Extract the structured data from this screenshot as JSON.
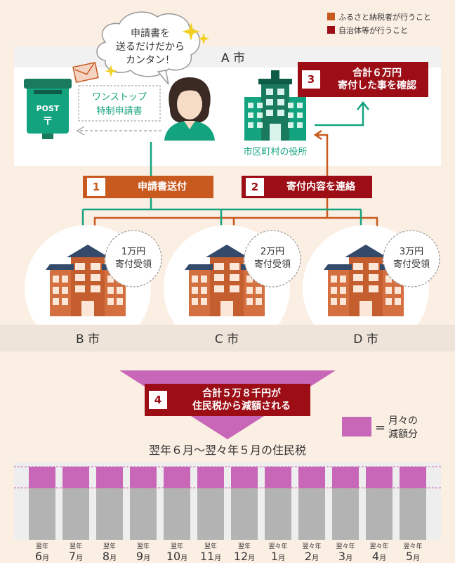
{
  "legend": {
    "items": [
      {
        "label": "ふるさと納税者が行うこと",
        "color": "#c8591f"
      },
      {
        "label": "自治体等が行うこと",
        "color": "#9c0d16"
      }
    ]
  },
  "city_a": {
    "label": "A 市",
    "speech_line1": "申請書を",
    "speech_line2": "送るだけだから",
    "speech_line3": "カンタン！",
    "post_label": "POST",
    "post_mark": "〒",
    "form_line1": "ワンストップ",
    "form_line2": "特制申請書",
    "office_label": "市区町村の役所"
  },
  "steps": {
    "s1": {
      "num": "1",
      "label": "申請書送付"
    },
    "s2": {
      "num": "2",
      "label": "寄付内容を連絡"
    },
    "s3": {
      "num": "3",
      "line1": "合計６万円",
      "line2": "寄付した事を確認"
    },
    "s4": {
      "num": "4",
      "line1": "合計５万８千円が",
      "line2": "住民税から減額される"
    }
  },
  "cities": [
    {
      "name": "B 市",
      "bubble_line1": "1万円",
      "bubble_line2": "寄付受領"
    },
    {
      "name": "C 市",
      "bubble_line1": "2万円",
      "bubble_line2": "寄付受領"
    },
    {
      "name": "D 市",
      "bubble_line1": "3万円",
      "bubble_line2": "寄付受領"
    }
  ],
  "monthly_legend": {
    "equals": "=",
    "line1": "月々の",
    "line2": "減額分",
    "color": "#c867b7"
  },
  "tax_title": "翌年６月〜翌々年５月の住民税",
  "months": [
    {
      "year": "翌年",
      "month": "6",
      "unit": "月"
    },
    {
      "year": "翌年",
      "month": "7",
      "unit": "月"
    },
    {
      "year": "翌年",
      "month": "8",
      "unit": "月"
    },
    {
      "year": "翌年",
      "month": "9",
      "unit": "月"
    },
    {
      "year": "翌年",
      "month": "10",
      "unit": "月"
    },
    {
      "year": "翌年",
      "month": "11",
      "unit": "月"
    },
    {
      "year": "翌年",
      "month": "12",
      "unit": "月"
    },
    {
      "year": "翌々年",
      "month": "1",
      "unit": "月"
    },
    {
      "year": "翌々年",
      "month": "2",
      "unit": "月"
    },
    {
      "year": "翌々年",
      "month": "3",
      "unit": "月"
    },
    {
      "year": "翌々年",
      "month": "4",
      "unit": "月"
    },
    {
      "year": "翌々年",
      "month": "5",
      "unit": "月"
    }
  ],
  "colors": {
    "background": "#fbeee3",
    "panel": "#ffffff",
    "orange": "#c8591f",
    "red": "#9c0d16",
    "green": "#14a37f",
    "dark_green": "#1a7a5e",
    "building_orange": "#d4703f",
    "pink": "#c867b7",
    "gray": "#b3b3b3",
    "navy": "#334a6b"
  }
}
